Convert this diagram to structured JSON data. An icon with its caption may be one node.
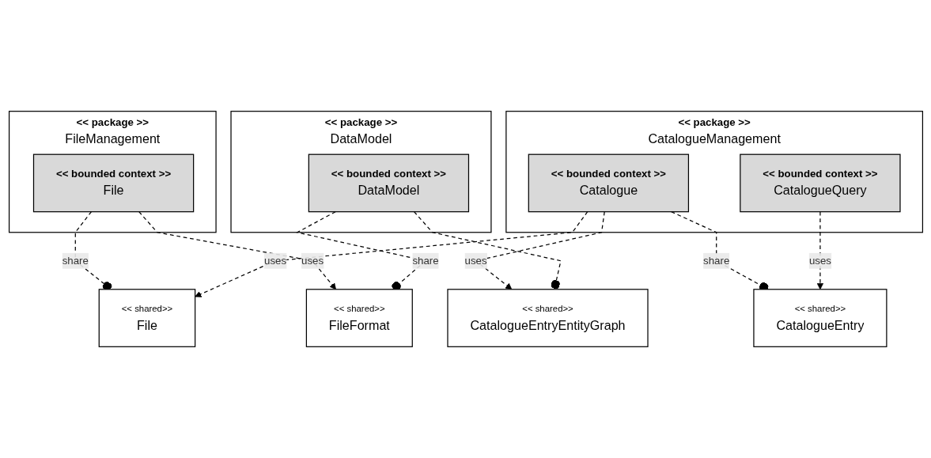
{
  "diagram": {
    "nodes": [
      {
        "text": [
          "<< package >>",
          "FileManagement"
        ]
      },
      {
        "text": [
          "<< bounded context >>",
          "File"
        ],
        "in": 0
      },
      {
        "text": [
          "<< shared>>",
          "File"
        ]
      },
      {
        "text": [
          "<< package >>",
          "CatalogueManagement"
        ]
      },
      {
        "text": [
          "<< bounded context >>",
          "Catalogue"
        ],
        "in": 3
      },
      {
        "text": [
          "<< bounded context >>",
          "CatalogueQuery"
        ],
        "in": 3
      },
      {
        "text": [
          "<< shared>>",
          "FileFormat"
        ]
      },
      {
        "text": [
          "<< shared>>",
          "CatalogueEntry"
        ]
      },
      {
        "text": [
          "<< package >>",
          "DataModel"
        ]
      },
      {
        "text": [
          "<< bounded context >>",
          "DataModel"
        ],
        "in": 8
      },
      {
        "text": [
          "<< shared>>",
          "CatalogueEntryEntityGraph"
        ]
      }
    ],
    "edges": [
      {
        "from": 1,
        "to": 2,
        "arrow": "other",
        "label": "share",
        "style": "dashed"
      },
      {
        "from": 1,
        "to": 6,
        "arrow": "to",
        "label": "uses",
        "style": "dashed"
      },
      {
        "from": 4,
        "to": 10,
        "arrow": "to",
        "label": "uses",
        "style": "dashed"
      },
      {
        "from": 4,
        "to": 2,
        "arrow": "to",
        "label": "uses",
        "style": "dashed"
      },
      {
        "from": 4,
        "to": 7,
        "arrow": "other",
        "label": "share",
        "style": "dashed"
      },
      {
        "from": 5,
        "to": 7,
        "arrow": "to",
        "label": "uses",
        "style": "dashed"
      },
      {
        "from": 9,
        "to": 6,
        "arrow": "other",
        "label": "share",
        "style": "dashed"
      },
      {
        "from": 9,
        "to": 10,
        "arrow": "other",
        "style": "dashed"
      }
    ]
  }
}
